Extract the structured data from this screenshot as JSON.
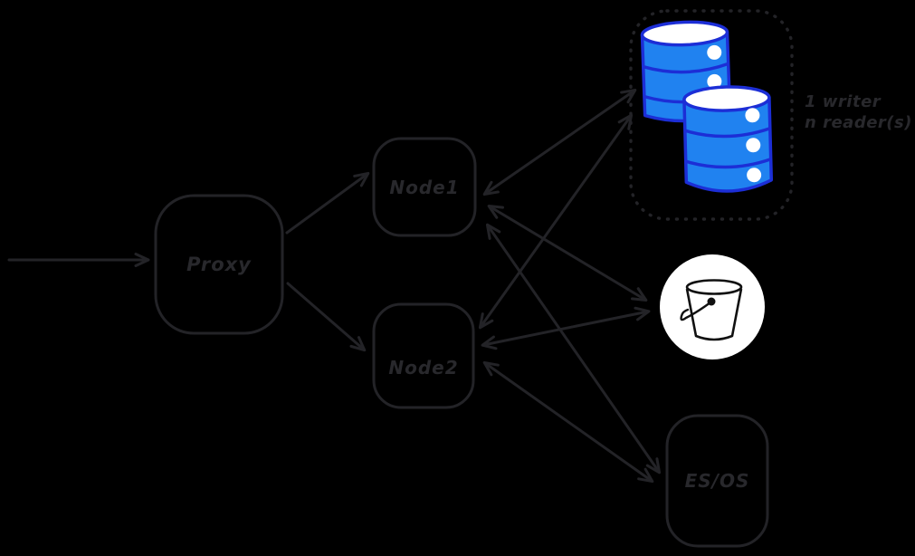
{
  "colors": {
    "background": "#000000",
    "line_stroke": "#232327",
    "database_fill": "#2082f0",
    "database_stroke": "#1c2ed6",
    "bucket_background": "#ffffff",
    "bucket_stroke": "#111111"
  },
  "nodes": {
    "proxy": {
      "label": "Proxy"
    },
    "node1": {
      "label": "Node1"
    },
    "node2": {
      "label": "Node2"
    },
    "esos": {
      "label": "ES/OS"
    }
  },
  "cluster": {
    "annotation_line1": "1 writer",
    "annotation_line2": "n reader(s)"
  },
  "icons": {
    "database": "database-cylinders-icon",
    "bucket": "bucket-icon"
  },
  "edges": [
    {
      "from": "inbound",
      "to": "Proxy",
      "direction": "one-way"
    },
    {
      "from": "Proxy",
      "to": "Node1",
      "direction": "one-way"
    },
    {
      "from": "Proxy",
      "to": "Node2",
      "direction": "one-way"
    },
    {
      "from": "Node1",
      "to": "database-cluster",
      "direction": "two-way"
    },
    {
      "from": "Node1",
      "to": "bucket",
      "direction": "two-way"
    },
    {
      "from": "Node1",
      "to": "ES/OS",
      "direction": "two-way"
    },
    {
      "from": "Node2",
      "to": "database-cluster",
      "direction": "two-way"
    },
    {
      "from": "Node2",
      "to": "bucket",
      "direction": "two-way"
    },
    {
      "from": "Node2",
      "to": "ES/OS",
      "direction": "two-way"
    }
  ]
}
